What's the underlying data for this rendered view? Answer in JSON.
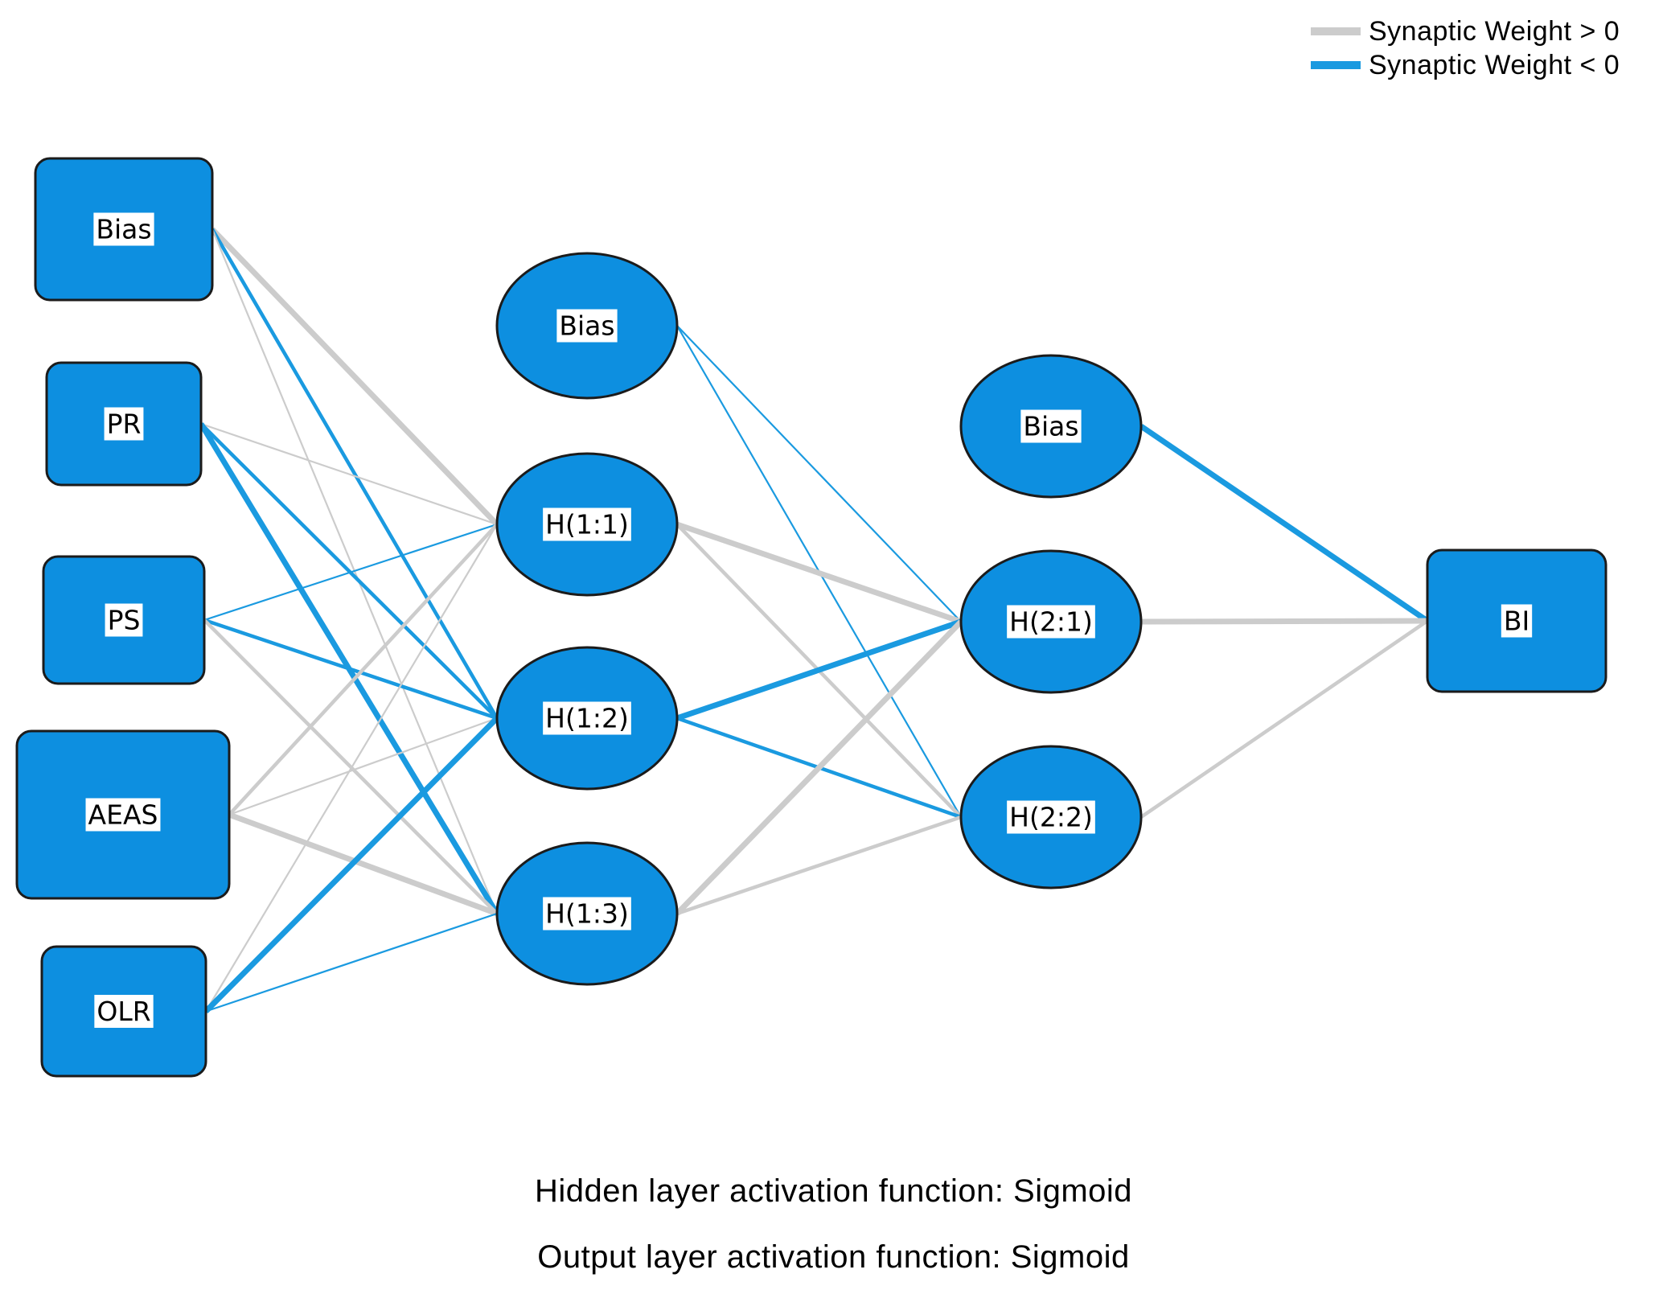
{
  "legend": {
    "positive": {
      "label": "Synaptic Weight > 0",
      "color": "#cccccc"
    },
    "negative": {
      "label": "Synaptic Weight < 0",
      "color": "#1a9ae0"
    }
  },
  "footnotes": {
    "hidden_activation": "Hidden layer activation function: Sigmoid",
    "output_activation": "Output layer activation function: Sigmoid"
  },
  "colors": {
    "node_fill": "#0d8fe0",
    "node_stroke": "#1b1b1b",
    "positive": "#cccccc",
    "negative": "#1a9ae0"
  },
  "nodes": [
    {
      "id": "in_bias",
      "label": "Bias",
      "layer": "input",
      "shape": "rect"
    },
    {
      "id": "PR",
      "label": "PR",
      "layer": "input",
      "shape": "rect"
    },
    {
      "id": "PS",
      "label": "PS",
      "layer": "input",
      "shape": "rect"
    },
    {
      "id": "AEAS",
      "label": "AEAS",
      "layer": "input",
      "shape": "rect"
    },
    {
      "id": "OLR",
      "label": "OLR",
      "layer": "input",
      "shape": "rect"
    },
    {
      "id": "h1_bias",
      "label": "Bias",
      "layer": "hidden1",
      "shape": "ellipse"
    },
    {
      "id": "H11",
      "label": "H(1:1)",
      "layer": "hidden1",
      "shape": "ellipse"
    },
    {
      "id": "H12",
      "label": "H(1:2)",
      "layer": "hidden1",
      "shape": "ellipse"
    },
    {
      "id": "H13",
      "label": "H(1:3)",
      "layer": "hidden1",
      "shape": "ellipse"
    },
    {
      "id": "h2_bias",
      "label": "Bias",
      "layer": "hidden2",
      "shape": "ellipse"
    },
    {
      "id": "H21",
      "label": "H(2:1)",
      "layer": "hidden2",
      "shape": "ellipse"
    },
    {
      "id": "H22",
      "label": "H(2:2)",
      "layer": "hidden2",
      "shape": "ellipse"
    },
    {
      "id": "BI",
      "label": "BI",
      "layer": "output",
      "shape": "rect"
    }
  ],
  "edges": [
    {
      "from": "in_bias",
      "to": "H11",
      "sign": "positive",
      "strength": "strong"
    },
    {
      "from": "in_bias",
      "to": "H12",
      "sign": "negative",
      "strength": "medium"
    },
    {
      "from": "in_bias",
      "to": "H13",
      "sign": "positive",
      "strength": "weak"
    },
    {
      "from": "PR",
      "to": "H11",
      "sign": "positive",
      "strength": "weak"
    },
    {
      "from": "PR",
      "to": "H12",
      "sign": "negative",
      "strength": "medium"
    },
    {
      "from": "PR",
      "to": "H13",
      "sign": "negative",
      "strength": "strong"
    },
    {
      "from": "PS",
      "to": "H11",
      "sign": "negative",
      "strength": "weak"
    },
    {
      "from": "PS",
      "to": "H12",
      "sign": "negative",
      "strength": "medium"
    },
    {
      "from": "PS",
      "to": "H13",
      "sign": "positive",
      "strength": "medium"
    },
    {
      "from": "AEAS",
      "to": "H11",
      "sign": "positive",
      "strength": "medium"
    },
    {
      "from": "AEAS",
      "to": "H12",
      "sign": "positive",
      "strength": "weak"
    },
    {
      "from": "AEAS",
      "to": "H13",
      "sign": "positive",
      "strength": "strong"
    },
    {
      "from": "OLR",
      "to": "H11",
      "sign": "positive",
      "strength": "weak"
    },
    {
      "from": "OLR",
      "to": "H12",
      "sign": "negative",
      "strength": "strong"
    },
    {
      "from": "OLR",
      "to": "H13",
      "sign": "negative",
      "strength": "weak"
    },
    {
      "from": "h1_bias",
      "to": "H21",
      "sign": "negative",
      "strength": "weak"
    },
    {
      "from": "h1_bias",
      "to": "H22",
      "sign": "negative",
      "strength": "weak"
    },
    {
      "from": "H11",
      "to": "H21",
      "sign": "positive",
      "strength": "strong"
    },
    {
      "from": "H11",
      "to": "H22",
      "sign": "positive",
      "strength": "medium"
    },
    {
      "from": "H12",
      "to": "H21",
      "sign": "negative",
      "strength": "strong"
    },
    {
      "from": "H12",
      "to": "H22",
      "sign": "negative",
      "strength": "medium"
    },
    {
      "from": "H13",
      "to": "H21",
      "sign": "positive",
      "strength": "strong"
    },
    {
      "from": "H13",
      "to": "H22",
      "sign": "positive",
      "strength": "medium"
    },
    {
      "from": "h2_bias",
      "to": "BI",
      "sign": "negative",
      "strength": "strong"
    },
    {
      "from": "H21",
      "to": "BI",
      "sign": "positive",
      "strength": "strong"
    },
    {
      "from": "H22",
      "to": "BI",
      "sign": "positive",
      "strength": "medium"
    }
  ]
}
